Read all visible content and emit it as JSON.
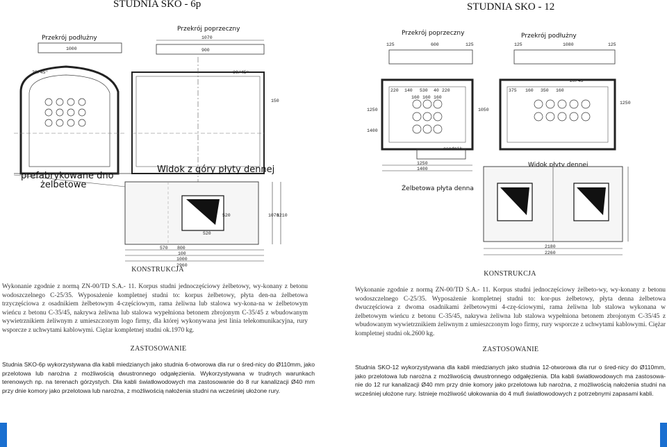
{
  "left": {
    "title": "STUDNIA SKO - 6p",
    "drawing": {
      "section_long": "Przekrój podłużny",
      "section_cross": "Przekrój poprzeczny",
      "top_view": "Widok z góry płyty dennej",
      "note_line1": "prefabrykowane dno",
      "note_line2": "żelbetowe",
      "dims_top": [
        "1000",
        "1070",
        "900",
        "150"
      ],
      "dims_frame": [
        "29/45°",
        "30/45°"
      ],
      "dims_plan_bottom": [
        "570",
        "800",
        "100",
        "1000",
        "2960"
      ],
      "dims_plan_side": [
        "1070",
        "1210"
      ],
      "dims_hatch": [
        "520",
        "520"
      ]
    },
    "construction_heading": "KONSTRUKCJA",
    "construction_text": "Wykonanie zgodnie z normą ZN-00/TD S.A.- 11. Korpus studni jednoczęściowy żelbetowy, wy-konany z betonu wodoszczelnego C-25/35. Wyposażenie kompletnej studni to: korpus żelbetowy, płyta den-na żelbetowa trzyczęściowa z osadnikiem żelbetowym 4-częściowym, rama żeliwna lub stalowa wy-kona-na w żelbetowym wieńcu z betonu C-35/45, nakrywa żeliwna lub stalowa wypełniona betonem zbrojonym C-35/45 z wbudowanym wywietrznikiem żeliwnym z umieszczonym logo firmy, dla której wykonywana jest linia telekomunikacyjna, rury wsporcze z uchwytami kablowymi. Ciężar kompletnej studni ok.1970 kg.",
    "usage_heading": "ZASTOSOWANIE",
    "usage_text": "Studnia SKO-6p wykorzystywana dla kabli miedzianych jako studnia 6-otworowa dla rur o śred-nicy do Ø110mm, jako przelotowa lub narożna z możliwością dwustronnego odgałęzienia. Wykorzystywana w trudnych warunkach terenowych np. na terenach górzystych. Dla kabli światłowodowych ma zastosowanie do 8 rur kanalizacji Ø40 mm przy dnie komory jako przelotowa lub narożna, z możliwością nałożenia studni na wcześniej ułożone rury."
  },
  "right": {
    "title": "STUDNIA SKO - 12",
    "drawing": {
      "section_cross": "Przekrój poprzeczny",
      "section_long": "Przekrój podłużny",
      "top_view": "Widok płyty dennej",
      "bottom_plate": "Żelbetowa płyta denna",
      "sump_label": "osadnik",
      "dims_top": [
        "125",
        "600",
        "125",
        "125",
        "1080",
        "125"
      ],
      "dims_angle": [
        "20/45°"
      ],
      "dims_holes": [
        "220",
        "140",
        "530",
        "40",
        "220",
        "160",
        "160",
        "160",
        "375",
        "160",
        "350",
        "160"
      ],
      "dims_bottom": [
        "1250",
        "1400",
        "2180",
        "2260"
      ],
      "dims_side": [
        "1250",
        "1400",
        "1050",
        "1250"
      ]
    },
    "construction_heading": "KONSTRUKCJA",
    "construction_text": "Wykonanie zgodnie z normą ZN-00/TD S.A.- 11. Korpus studni jednoczęściowy żelbeto-wy, wy-konany z betonu wodoszczelnego C-25/35. Wyposażenie kompletnej studni to: kor-pus żelbetowy, płyta denna żelbetowa dwuczęściowa z dwoma osadnikami żelbetowymi 4-czę-ściowymi, rama żeliwna lub stalowa wykonana w żelbetowym wieńcu z betonu C-35/45, nakrywa żeliwna lub stalowa wypełniona betonem zbrojonym C-35/45 z wbudowanym wywietrznikiem żeliwnym z umieszczonym logo firmy, rury wsporcze z uchwytami kablowymi. Ciężar kompletnej studni ok.2600 kg.",
    "usage_heading": "ZASTOSOWANIE",
    "usage_text": "Studnia SKO-12 wykorzystywana dla kabli miedzianych jako studnia 12-otworowa dla rur o śred-nicy do Ø110mm, jako przelotowa lub narożna z możliwością dwustronnego odgałęzienia. Dla kabli światłowodowych ma zastosowa-nie do 12 rur kanalizacji Ø40 mm przy dnie komory jako przelotowa lub narożna, z możliwością nałożenia studni na wcześniej ułożone rury. Istnieje możliwość ułokowania do 4 mufi światłowodowych z potrzebnymi zapasami kabli."
  },
  "colors": {
    "accent": "#1a6fd0"
  }
}
